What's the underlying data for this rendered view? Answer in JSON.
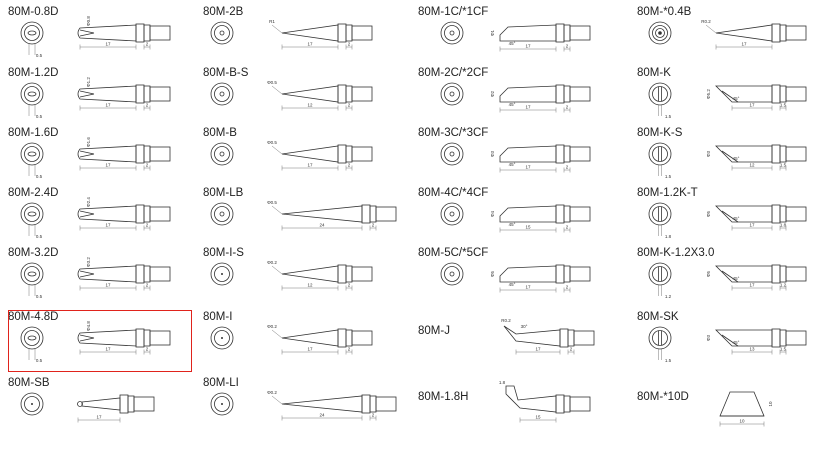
{
  "highlight_color": "#e0231c",
  "columns": [
    {
      "name": "col1",
      "items": [
        {
          "id": "80M-0.8D",
          "label": "80M-0.8D",
          "face": "chisel",
          "profile": "d",
          "tip_dim": "Φ0.8",
          "length": "17",
          "shank": "2",
          "face_dim": "0.5",
          "selected": false
        },
        {
          "id": "80M-1.2D",
          "label": "80M-1.2D",
          "face": "chisel",
          "profile": "d",
          "tip_dim": "Φ1.2",
          "length": "17",
          "shank": "2",
          "face_dim": "0.5",
          "selected": false
        },
        {
          "id": "80M-1.6D",
          "label": "80M-1.6D",
          "face": "chisel",
          "profile": "d",
          "tip_dim": "Φ1.6",
          "length": "17",
          "shank": "2",
          "face_dim": "0.5",
          "selected": false
        },
        {
          "id": "80M-2.4D",
          "label": "80M-2.4D",
          "face": "chisel",
          "profile": "d",
          "tip_dim": "Φ2.4",
          "length": "17",
          "shank": "2",
          "face_dim": "0.5",
          "selected": false
        },
        {
          "id": "80M-3.2D",
          "label": "80M-3.2D",
          "face": "chisel",
          "profile": "d",
          "tip_dim": "Φ3.2",
          "length": "17",
          "shank": "2",
          "face_dim": "0.5",
          "selected": false
        },
        {
          "id": "80M-4.8D",
          "label": "80M-4.8D",
          "face": "chisel",
          "profile": "d",
          "tip_dim": "Φ4.8",
          "length": "17",
          "shank": "2",
          "face_dim": "0.5",
          "selected": true
        },
        {
          "id": "80M-SB",
          "label": "80M-SB",
          "face": "dot",
          "profile": "sb",
          "tip_dim": "",
          "length": "17",
          "shank": "",
          "face_dim": "",
          "selected": false
        }
      ]
    },
    {
      "name": "col2",
      "items": [
        {
          "id": "80M-2B",
          "label": "80M-2B",
          "face": "ring",
          "profile": "cone",
          "tip_dim": "R1",
          "length": "17",
          "shank": "2",
          "selected": false
        },
        {
          "id": "80M-B-S",
          "label": "80M-B-S",
          "face": "ring",
          "profile": "cone",
          "tip_dim": "Φ0.5",
          "length": "12",
          "shank": "2",
          "selected": false
        },
        {
          "id": "80M-B",
          "label": "80M-B",
          "face": "ring",
          "profile": "cone",
          "tip_dim": "Φ0.5",
          "length": "17",
          "shank": "2",
          "selected": false
        },
        {
          "id": "80M-LB",
          "label": "80M-LB",
          "face": "ring",
          "profile": "longcone",
          "tip_dim": "Φ0.5",
          "length": "24",
          "shank": "2",
          "selected": false
        },
        {
          "id": "80M-I-S",
          "label": "80M-I-S",
          "face": "dot",
          "profile": "cone",
          "tip_dim": "Φ0.2",
          "length": "12",
          "shank": "2",
          "selected": false
        },
        {
          "id": "80M-I",
          "label": "80M-I",
          "face": "dot",
          "profile": "cone",
          "tip_dim": "Φ0.2",
          "length": "17",
          "shank": "2",
          "selected": false
        },
        {
          "id": "80M-LI",
          "label": "80M-LI",
          "face": "dot",
          "profile": "longcone",
          "tip_dim": "Φ0.2",
          "length": "24",
          "shank": "2",
          "selected": false
        }
      ]
    },
    {
      "name": "col3",
      "items": [
        {
          "id": "80M-1C/*1CF",
          "label": "80M-1C/*1CF",
          "face": "ring",
          "profile": "bevel",
          "tip_dim": "Φ1",
          "angle": "45°",
          "length": "17",
          "shank": "2",
          "selected": false
        },
        {
          "id": "80M-2C/*2CF",
          "label": "80M-2C/*2CF",
          "face": "ring",
          "profile": "bevel",
          "tip_dim": "Φ2",
          "angle": "45°",
          "length": "17",
          "shank": "2",
          "selected": false
        },
        {
          "id": "80M-3C/*3CF",
          "label": "80M-3C/*3CF",
          "face": "ring",
          "profile": "bevel",
          "tip_dim": "Φ3",
          "angle": "45°",
          "length": "17",
          "shank": "2",
          "selected": false
        },
        {
          "id": "80M-4C/*4CF",
          "label": "80M-4C/*4CF",
          "face": "ring",
          "profile": "bevel",
          "tip_dim": "Φ4",
          "angle": "45°",
          "length": "15",
          "shank": "2",
          "selected": false
        },
        {
          "id": "80M-5C/*5CF",
          "label": "80M-5C/*5CF",
          "face": "ring",
          "profile": "bevel",
          "tip_dim": "Φ5",
          "angle": "45°",
          "length": "17",
          "shank": "2",
          "selected": false
        },
        {
          "id": "80M-J",
          "label": "80M-J",
          "face": "none",
          "profile": "bent",
          "tip_dim": "R0.2",
          "angle": "30°",
          "length": "17",
          "shank": "2",
          "selected": false
        },
        {
          "id": "80M-1.8H",
          "label": "80M-1.8H",
          "face": "none",
          "profile": "hoof",
          "tip_dim": "1.8",
          "angle": "",
          "length": "15",
          "shank": "",
          "selected": false
        }
      ]
    },
    {
      "name": "col4",
      "items": [
        {
          "id": "80M-*0.4B",
          "label": "80M-*0.4B",
          "face": "target",
          "profile": "cone",
          "tip_dim": "R0.2",
          "length": "17",
          "shank": "",
          "selected": false
        },
        {
          "id": "80M-K",
          "label": "80M-K",
          "face": "split",
          "profile": "knife",
          "tip_dim": "Φ5.2",
          "angle": "45°",
          "length": "17",
          "face_dim": "1.5",
          "selected": false
        },
        {
          "id": "80M-K-S",
          "label": "80M-K-S",
          "face": "split",
          "profile": "knife",
          "tip_dim": "Φ3",
          "angle": "45°",
          "length": "12",
          "face_dim": "1.5",
          "selected": false
        },
        {
          "id": "80M-1.2K-T",
          "label": "80M-1.2K-T",
          "face": "split",
          "profile": "knife",
          "tip_dim": "Φ5",
          "angle": "45°",
          "length": "17",
          "face_dim": "1.8",
          "selected": false
        },
        {
          "id": "80M-K-1.2X3.0",
          "label": "80M-K-1.2X3.0",
          "face": "split",
          "profile": "knife",
          "tip_dim": "Φ5",
          "angle": "45°",
          "length": "17",
          "face_dim": "1.2",
          "selected": false
        },
        {
          "id": "80M-SK",
          "label": "80M-SK",
          "face": "split",
          "profile": "knife",
          "tip_dim": "Φ3",
          "angle": "45°",
          "length": "13",
          "face_dim": "1.5",
          "selected": false
        },
        {
          "id": "80M-*10D",
          "label": "80M-*10D",
          "face": "none",
          "profile": "cup",
          "tip_dim": "10",
          "length": "10",
          "face_dim": "",
          "selected": false
        }
      ]
    }
  ]
}
